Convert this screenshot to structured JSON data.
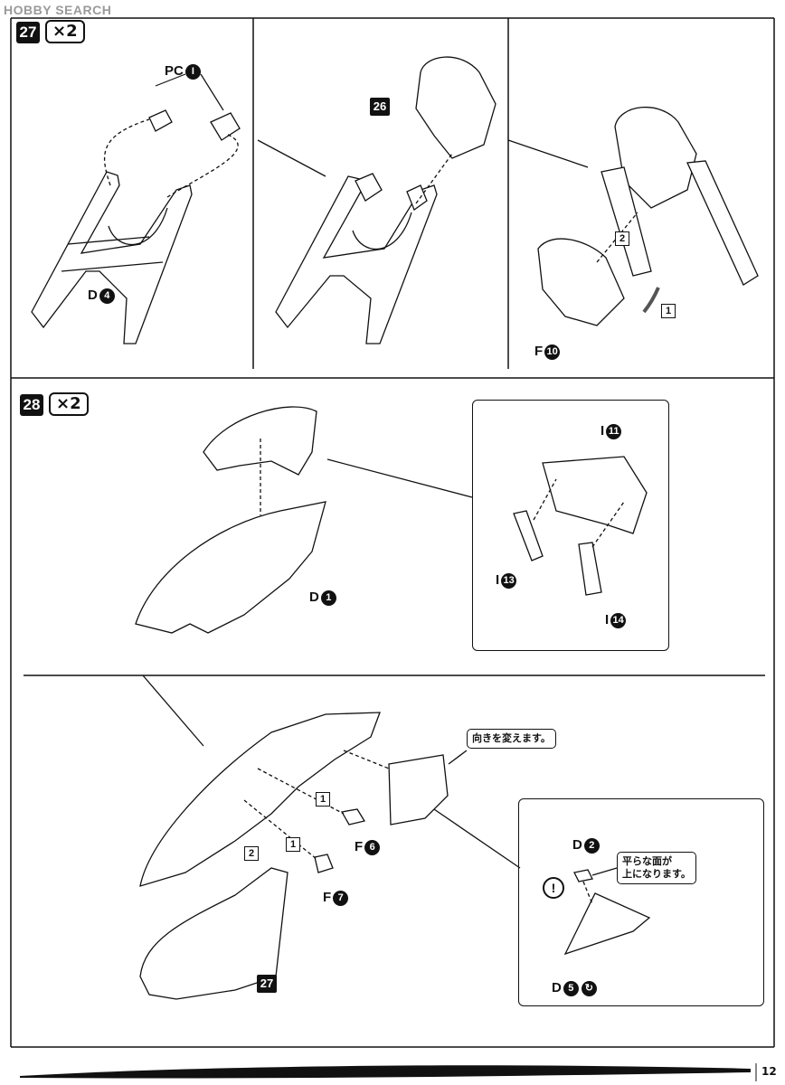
{
  "watermark": "HOBBY SEARCH",
  "step27": {
    "number": "27",
    "multiplier": "×2",
    "pc_label": "PC",
    "pc_num": "I",
    "d4_label": "D",
    "d4_num": "4",
    "ref26": "26",
    "seq2": "2",
    "seq1": "1",
    "f10_label": "F",
    "f10_num": "10"
  },
  "step28": {
    "number": "28",
    "multiplier": "×2",
    "i11_label": "I",
    "i11_num": "11",
    "i13_label": "I",
    "i13_num": "13",
    "i14_label": "I",
    "i14_num": "14",
    "d1_label": "D",
    "d1_num": "1"
  },
  "step28b": {
    "callout_turn": "向きを変えます。",
    "seq1a": "1",
    "seq1b": "1",
    "seq2": "2",
    "f6_label": "F",
    "f6_num": "6",
    "f7_label": "F",
    "f7_num": "7",
    "ref27": "27",
    "d2_label": "D",
    "d2_num": "2",
    "callout_flat_1": "平らな面が",
    "callout_flat_2": "上になります。",
    "caution": "!",
    "d5_label": "D",
    "d5_num": "5"
  },
  "page_number": "12"
}
